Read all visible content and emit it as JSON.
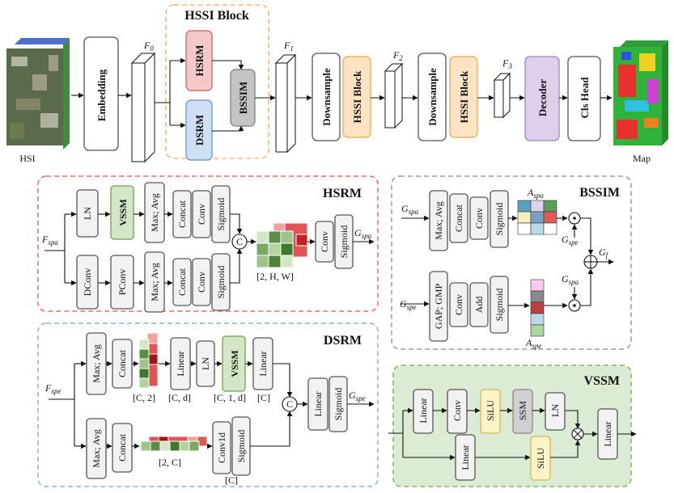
{
  "top": {
    "hssi_block_title": "HSSI Block",
    "hsi_label": "HSI",
    "map_label": "Map",
    "embedding": "Embedding",
    "f0": "F",
    "f0_sub": "0",
    "f1": "F",
    "f1_sub": "1",
    "f2": "F",
    "f2_sub": "2",
    "f3": "F",
    "f3_sub": "3",
    "hsrm": "HSRM",
    "dsrm": "DSRM",
    "bssim": "BSSIM",
    "downsample1": "Downsample",
    "hssi1": "HSSI Block",
    "downsample2": "Downsample",
    "hssi2": "HSSI Block",
    "decoder": "Decoder",
    "cls_head": "Cls Head"
  },
  "hsrm": {
    "title": "HSRM",
    "input": "F",
    "input_sub": "spa",
    "ln": "LN",
    "vssm": "VSSM",
    "maxavg1": "Max; Avg",
    "concat1": "Concat",
    "conv1": "Conv",
    "sigmoid1": "Sigmoid",
    "dconv": "DConv",
    "pconv": "PConv",
    "maxavg2": "Max; Avg",
    "concat2": "Concat",
    "conv2": "Conv",
    "sigmoid2": "Sigmoid",
    "concat_symbol": "C",
    "dims": "[2, H, W]",
    "conv3": "Conv",
    "sigmoid3": "Sigmoid",
    "output": "G",
    "output_sub": "spa"
  },
  "dsrm": {
    "title": "DSRM",
    "input": "F",
    "input_sub": "spe",
    "maxavg1": "Max; Avg",
    "concat1": "Concat",
    "dims1": "[C, 2]",
    "linear1": "Linear",
    "ln": "LN",
    "vssm": "VSSM",
    "linear2": "Linear",
    "dims2": "[C, d]",
    "dims3": "[C, 1, d]",
    "dims4": "[C]",
    "maxavg2": "Max; Avg",
    "concat2": "Concat",
    "dims5": "[2, C]",
    "conv1d": "Conv1d",
    "sigmoid1": "Sigmoid",
    "dims6": "[C]",
    "concat_symbol": "C",
    "linear3": "Linear",
    "sigmoid2": "Sigmoid",
    "output": "G",
    "output_sub": "spe"
  },
  "bssim": {
    "title": "BSSIM",
    "in_spa": "G",
    "in_spa_sub": "spa",
    "maxavg": "Max; Avg",
    "concat": "Concat",
    "conv1": "Conv",
    "sigmoid1": "Sigmoid",
    "a_spa": "A",
    "a_spa_sub": "spa",
    "g_spe_mid": "G",
    "g_spe_mid_sub": "spe",
    "g_f": "G",
    "g_f_sub": "f",
    "g_spa_mid": "G",
    "g_spa_mid_sub": "spa",
    "in_spe": "G",
    "in_spe_sub": "spe",
    "gapgmp": "GAP; GMP",
    "conv2": "Conv",
    "add": "Add",
    "sigmoid2": "Sigmoid",
    "a_spe": "A",
    "a_spe_sub": "spe"
  },
  "vssm": {
    "title": "VSSM",
    "linear1": "Linear",
    "conv": "Conv",
    "silu1": "SiLU",
    "ssm": "SSM",
    "ln": "LN",
    "linear2": "Linear",
    "silu2": "SiLU",
    "linear3": "Linear"
  },
  "colors": {
    "hsrm_fill": "#f3c9c9",
    "hsrm_stroke": "#d86d6d",
    "dsrm_fill": "#cfe0f5",
    "dsrm_stroke": "#6f9cd4",
    "bssim_fill": "#c4c4c4",
    "hssi_fill": "#fde3c4",
    "hssi_stroke": "#f0b060",
    "decoder_fill": "#ddd0ea",
    "vssm_fill": "#d3e7c7",
    "silu_fill": "#fdf3c6",
    "ssm_fill": "#d0d0d0",
    "hsrm_dash": "#e86b6b",
    "dsrm_dash": "#8ab0d8",
    "bssim_dash": "#9a9a9a",
    "vssm_bg": "#dcebd3",
    "vssm_dash": "#7fb56a",
    "hssi_dash": "#f6b877"
  }
}
